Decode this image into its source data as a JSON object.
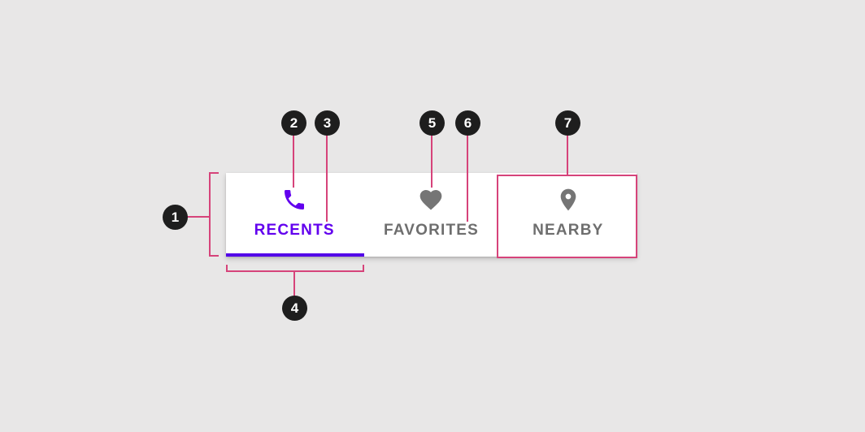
{
  "tab_bar": {
    "tabs": [
      {
        "label": "RECENTS",
        "icon": "phone-icon",
        "state": "active"
      },
      {
        "label": "FAVORITES",
        "icon": "heart-icon",
        "state": "inactive"
      },
      {
        "label": "NEARBY",
        "icon": "location-pin-icon",
        "state": "inactive"
      }
    ]
  },
  "annotations": {
    "badges": [
      {
        "number": "1"
      },
      {
        "number": "2"
      },
      {
        "number": "3"
      },
      {
        "number": "4"
      },
      {
        "number": "5"
      },
      {
        "number": "6"
      },
      {
        "number": "7"
      }
    ]
  },
  "colors": {
    "page_background": "#e8e7e7",
    "card_background": "#ffffff",
    "active_purple": "#6200ee",
    "indicator_purple": "#5300e8",
    "inactive_gray": "#6e6e6e",
    "icon_gray": "#757575",
    "annotation_pink": "#d6437a",
    "badge_black": "#1e1e1e"
  }
}
